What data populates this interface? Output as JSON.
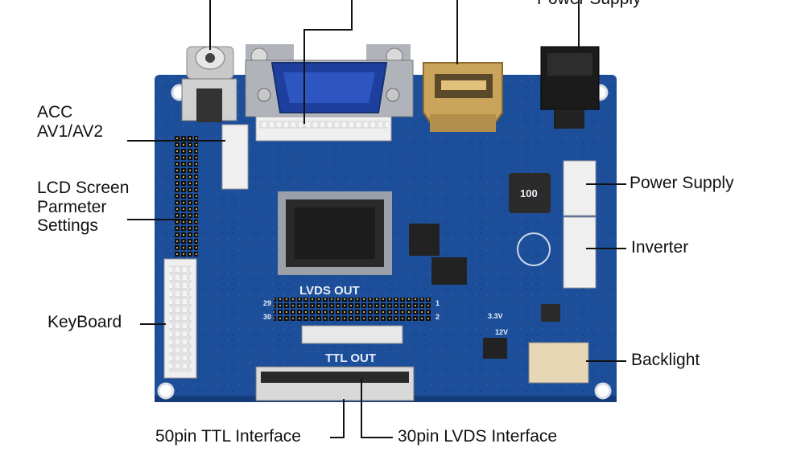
{
  "labels": {
    "top_power_supply": "Power Supply",
    "acc": "ACC",
    "av": "AV1/AV2",
    "lcd_screen": "LCD Screen",
    "parmeter": "Parmeter",
    "settings": "Settings",
    "keyboard": "KeyBoard",
    "power_supply": "Power Supply",
    "inverter": "Inverter",
    "backlight": "Backlight",
    "ttl_interface": "50pin TTL Interface",
    "lvds_interface": "30pin LVDS Interface"
  },
  "board_text": {
    "lvds_out": "LVDS OUT",
    "ttl_out": "TTL OUT",
    "inductor": "100",
    "pin_29": "29",
    "pin_30": "30",
    "pin_1": "1",
    "pin_2": "2",
    "v33": "3.3V",
    "v12": "12V"
  },
  "colors": {
    "board": "#1d4e9a",
    "board_dark": "#153c7a",
    "vga_blue": "#1f3f9e",
    "hdmi_gold": "#c9a45a",
    "connector_white": "#eeeeee",
    "chip": "#2a2a2a"
  }
}
